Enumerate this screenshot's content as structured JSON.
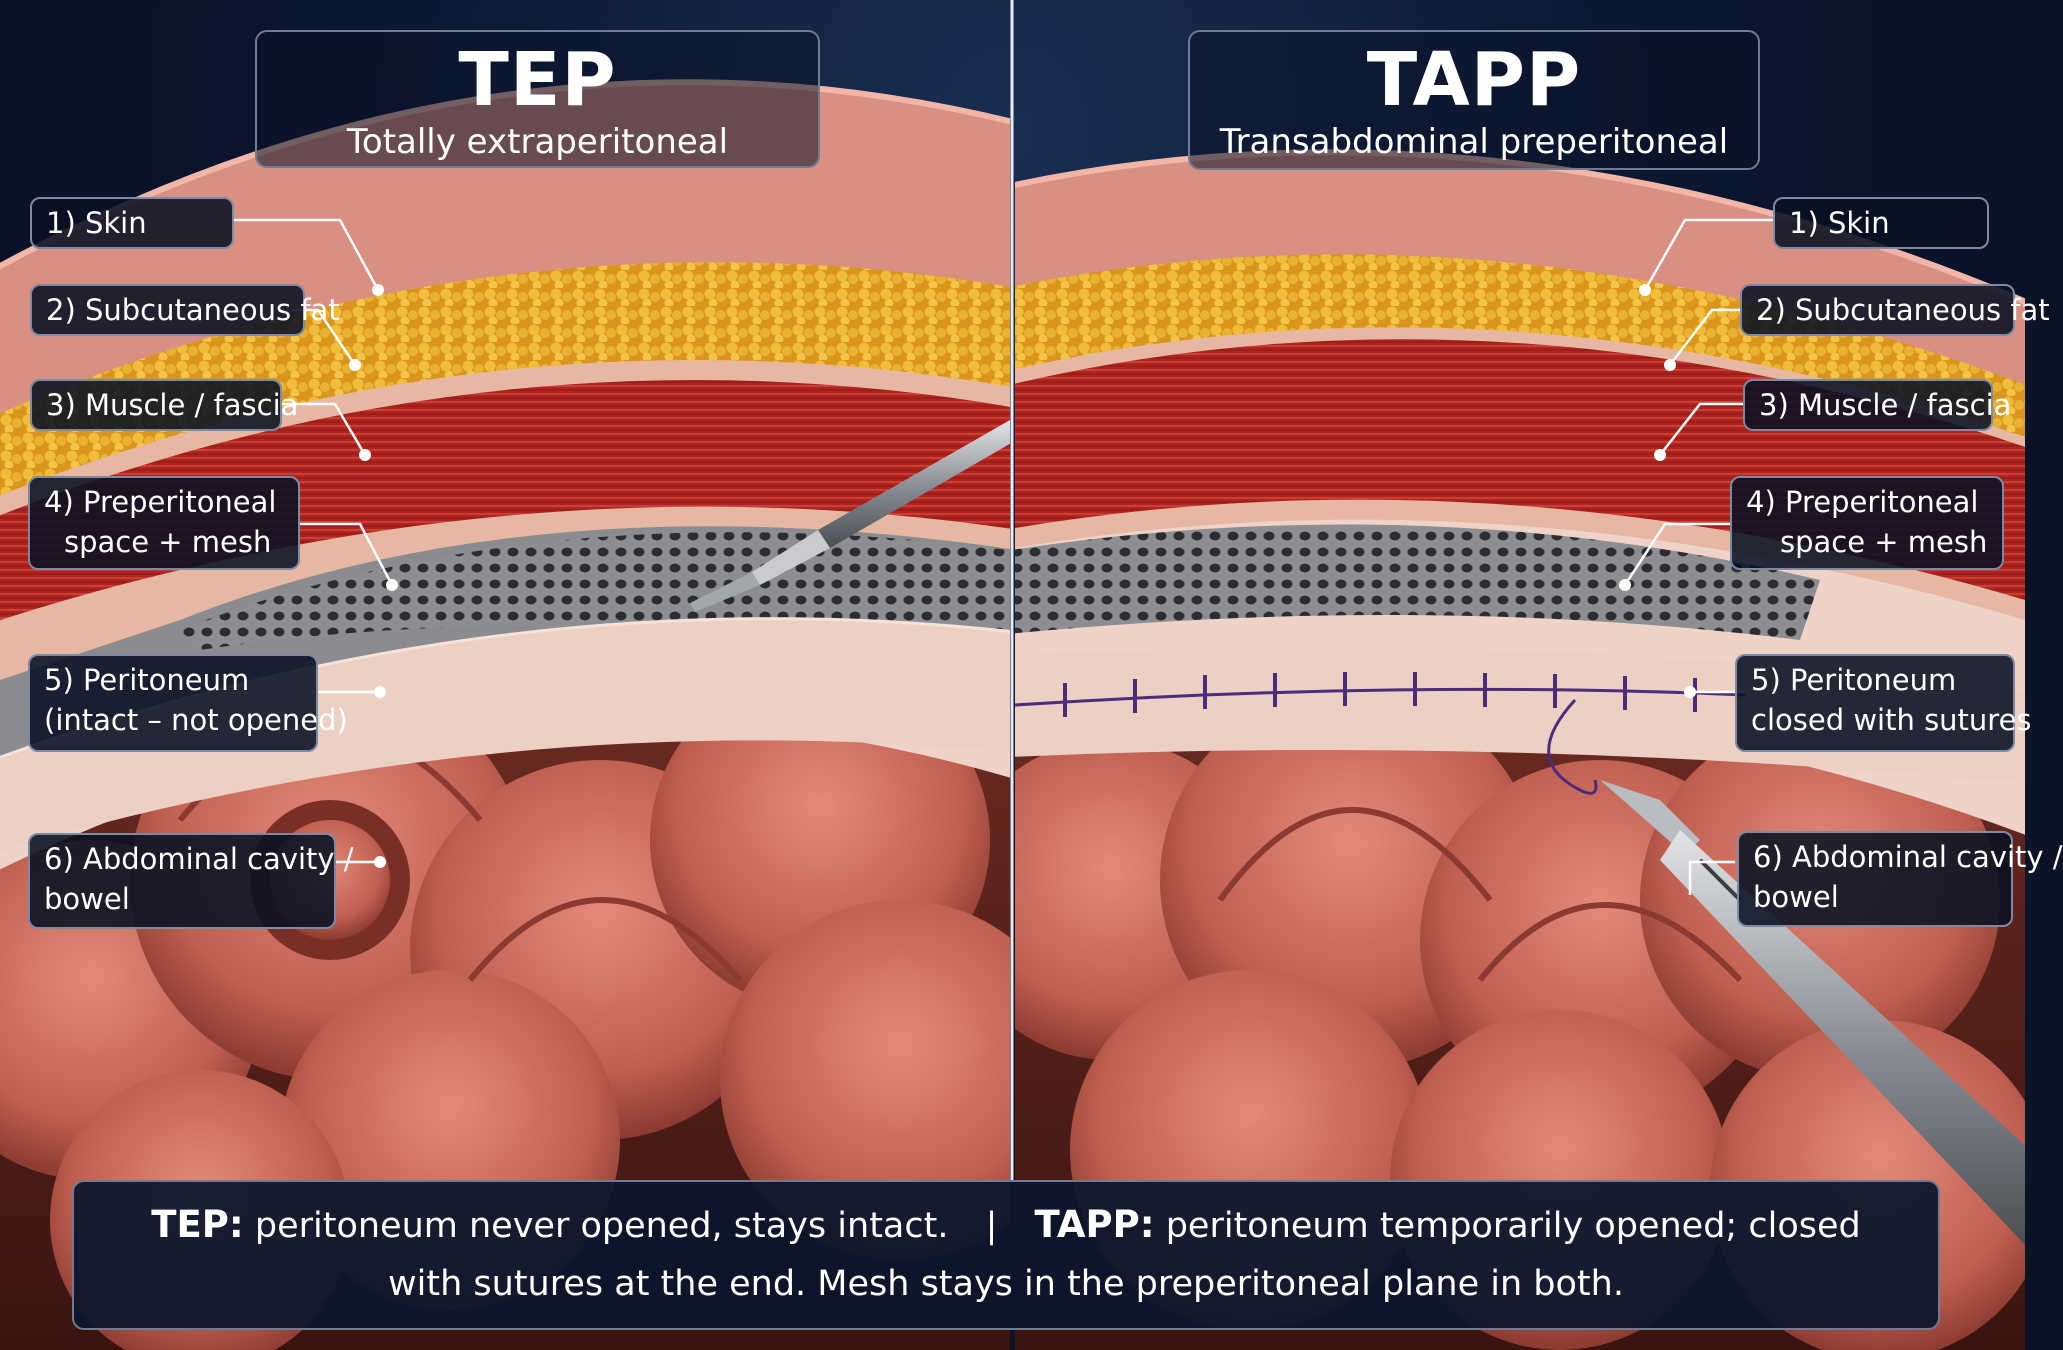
{
  "left": {
    "abbr": "TEP",
    "full": "Totally extraperitoneal",
    "labels": {
      "skin": "1) Skin",
      "fat": "2) Subcutaneous fat",
      "muscle": "3) Muscle / fascia",
      "preperitoneal_1": "4) Preperitoneal",
      "preperitoneal_2": "space + mesh",
      "peritoneum_1": "5) Peritoneum",
      "peritoneum_2": "(intact – not opened)",
      "cavity_1": "6) Abdominal cavity /",
      "cavity_2": "bowel"
    }
  },
  "right": {
    "abbr": "TAPP",
    "full": "Transabdominal preperitoneal",
    "labels": {
      "skin": "1) Skin",
      "fat": "2) Subcutaneous fat",
      "muscle": "3) Muscle / fascia",
      "preperitoneal_1": "4) Preperitoneal",
      "preperitoneal_2": "space + mesh",
      "peritoneum_1": "5) Peritoneum",
      "peritoneum_2": "closed with sutures",
      "cavity_1": "6) Abdominal cavity /",
      "cavity_2": "bowel"
    }
  },
  "summary": {
    "tep_term": "TEP:",
    "tep_text": "peritoneum never opened, stays intact.",
    "separator": "|",
    "tapp_term": "TAPP:",
    "tapp_text": "peritoneum temporarily opened; closed",
    "line2": "with sutures at the end. Mesh stays in the preperitoneal plane in both."
  },
  "colors": {
    "skin": "#d98f82",
    "fat": "#e2a72a",
    "muscle": "#b42a26",
    "mesh": "#5a5c60",
    "peritoneum": "#e8c4b8",
    "bowel": "#c9705f",
    "suture": "#4b2c7a",
    "background": "#0b1630"
  }
}
